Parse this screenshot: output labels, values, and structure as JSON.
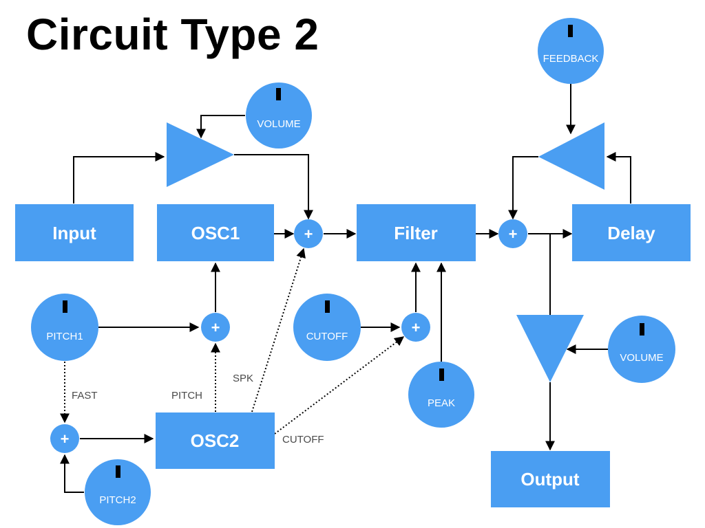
{
  "title": "Circuit Type 2",
  "colors": {
    "block": "#4a9ef2",
    "line": "#000000",
    "background": "#ffffff",
    "label": "#4a4a4a"
  },
  "blocks": {
    "input": "Input",
    "osc1": "OSC1",
    "osc2": "OSC2",
    "filter": "Filter",
    "delay": "Delay",
    "output": "Output"
  },
  "knobs": {
    "volume_top": "VOLUME",
    "feedback": "FEEDBACK",
    "pitch1": "PITCH1",
    "pitch2": "PITCH2",
    "cutoff": "CUTOFF",
    "peak": "PEAK",
    "volume_out": "VOLUME"
  },
  "sum_symbol": "+",
  "edge_labels": {
    "fast": "FAST",
    "pitch": "PITCH",
    "spk": "SPK",
    "cutoff": "CUTOFF"
  }
}
